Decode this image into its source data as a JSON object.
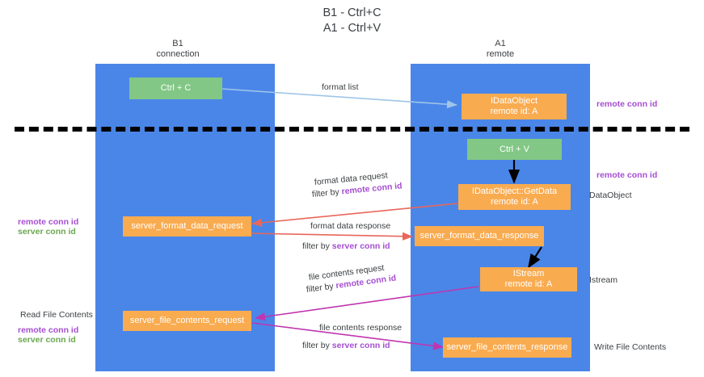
{
  "title": "B1 - Ctrl+C\nA1 - Ctrl+V",
  "columns": {
    "left": {
      "label": "B1\nconnection"
    },
    "right": {
      "label": "A1\nremote"
    }
  },
  "boxes": {
    "ctrl_c": "Ctrl + C",
    "ctrl_v": "Ctrl + V",
    "idataobject": "IDataObject\nremote id: A",
    "idataobject_getdata": "IDataObject::GetData\nremote id: A",
    "istream": "IStream\nremote id: A",
    "server_format_data_request": "server_format_data_request",
    "server_format_data_response": "server_format_data_response",
    "server_file_contents_request": "server_file_contents_request",
    "server_file_contents_response": "server_file_contents_response"
  },
  "arrows": {
    "format_list": "format list",
    "format_data_request": "format data request",
    "format_data_request_filter_prefix": "filter by ",
    "format_data_request_filter_key": "remote conn id",
    "format_data_response": "format data response",
    "format_data_response_filter_prefix": "filter by ",
    "format_data_response_filter_key": "server conn id",
    "file_contents_request": "file contents request",
    "file_contents_request_filter_prefix": "filter by ",
    "file_contents_request_filter_key": "remote conn id",
    "file_contents_response": "file contents response",
    "file_contents_response_filter_prefix": "filter by ",
    "file_contents_response_filter_key": "server conn id"
  },
  "side_labels": {
    "right_remote_conn_id_top": "remote conn id",
    "right_remote_conn_id_mid": "remote conn id",
    "right_dataobject": "DataObject",
    "right_istream": "Istream",
    "right_write_file_contents": "Write File Contents",
    "left_remote_conn_id": "remote conn id",
    "left_server_conn_id": "server conn id",
    "left_read_file_contents": "Read File Contents",
    "left_bottom_remote_conn_id": "remote conn id",
    "left_bottom_server_conn_id": "server conn id"
  },
  "colors": {
    "lane": "#4a86e8",
    "box_orange": "#f9ab50",
    "box_green": "#82c785",
    "arrow_blue": "#9fc5e8",
    "arrow_red": "#e8675a",
    "arrow_magenta": "#c035b0",
    "arrow_black": "#000000",
    "purple_text": "#a64fd0",
    "green_text": "#6aa84f"
  }
}
